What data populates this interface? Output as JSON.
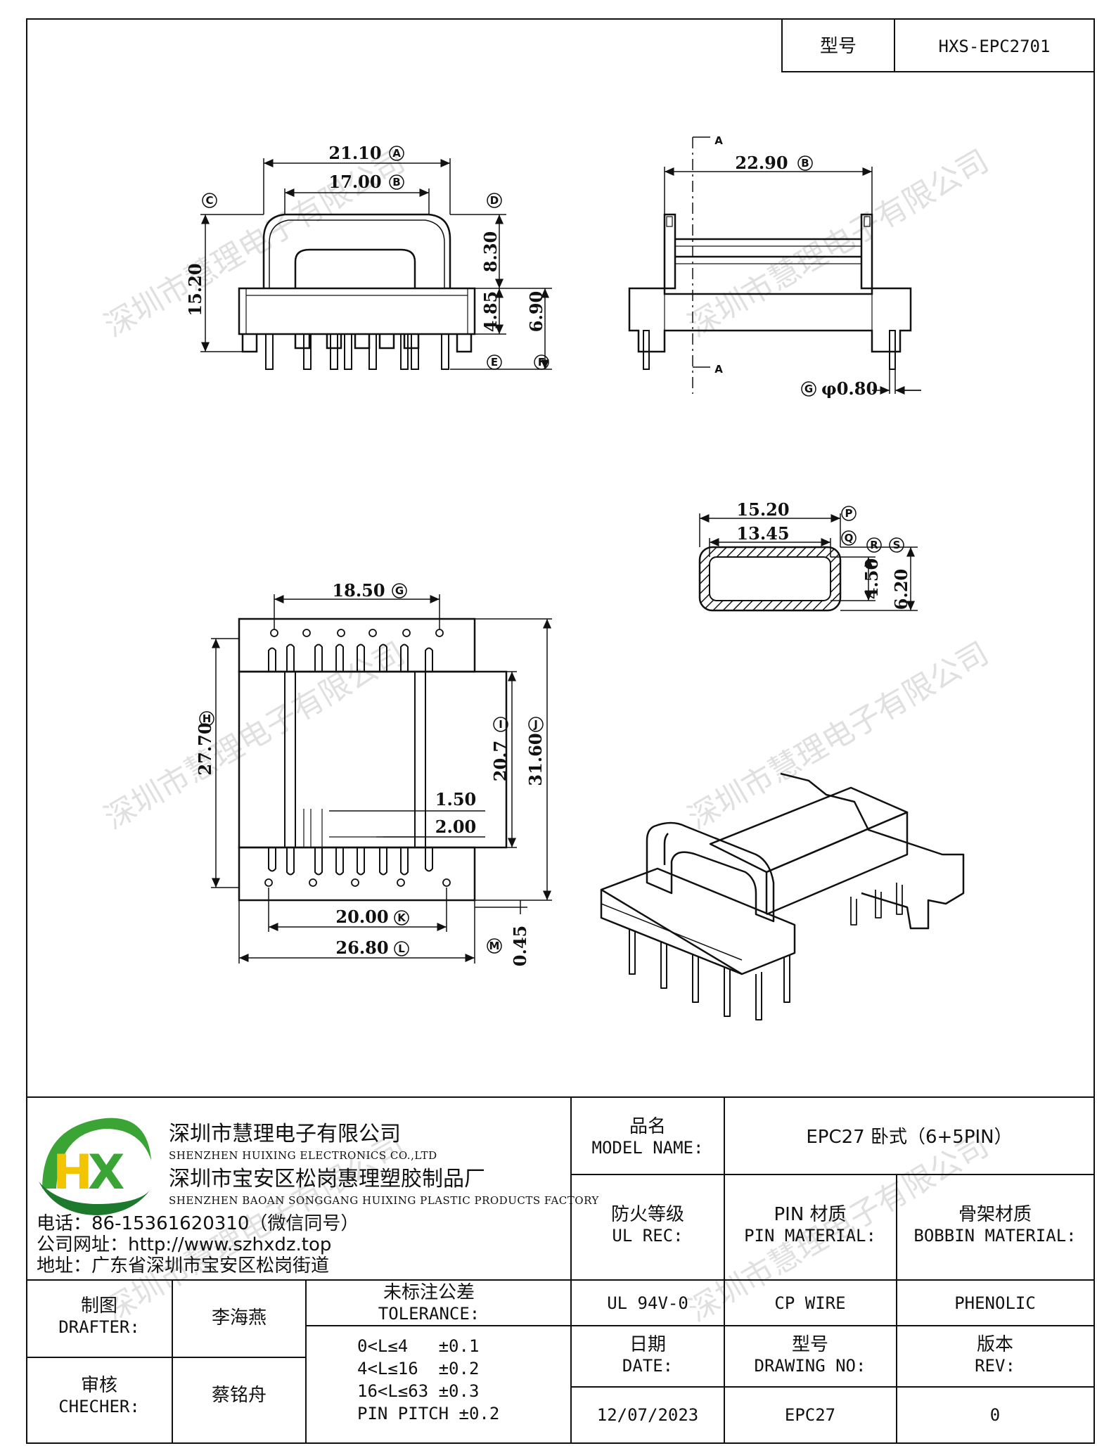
{
  "header": {
    "model_label": "型号",
    "model_value": "HXS-EPC2701"
  },
  "dimensions": {
    "front_w_outer": "21.10",
    "front_w_outer_tag": "A",
    "front_w_inner": "17.00",
    "front_w_inner_tag": "B",
    "front_h_total": "15.20",
    "front_h_total_tag": "C",
    "front_h_top": "8.30",
    "front_h_top_tag": "D",
    "front_h_flange": "4.85",
    "front_h_flange_tag": "E",
    "front_h_pin": "6.90",
    "front_h_pin_tag": "F",
    "side_w": "22.90",
    "side_w_tag": "B",
    "section_mark": "A",
    "pin_dia": "φ0.80",
    "pin_dia_tag": "G",
    "sec_w_outer": "15.20",
    "sec_w_outer_tag": "P",
    "sec_w_inner": "13.45",
    "sec_w_inner_tag": "Q",
    "sec_h_inner": "4.50",
    "sec_h_inner_tag": "R",
    "sec_h_outer": "6.20",
    "sec_h_outer_tag": "S",
    "bot_pin_span": "18.50",
    "bot_pin_span_tag": "G",
    "bot_h_inner": "27.70",
    "bot_h_inner_tag": "H",
    "bot_h_win": "20.7",
    "bot_h_win_tag": "I",
    "bot_h_total": "31.60",
    "bot_h_total_tag": "J",
    "bot_gap1": "1.50",
    "bot_gap2": "2.00",
    "bot_w_inner": "20.00",
    "bot_w_inner_tag": "K",
    "bot_w_outer": "26.80",
    "bot_w_outer_tag": "L",
    "bot_off": "0.45",
    "bot_off_tag": "M"
  },
  "watermark": "深圳市慧理电子有限公司",
  "company": {
    "name_cn": "深圳市慧理电子有限公司",
    "name_en": "SHENZHEN HUIXING ELECTRONICS CO.,LTD",
    "factory_cn": "深圳市宝安区松岗惠理塑胶制品厂",
    "factory_en": "SHENZHEN BAOAN SONGGANG HUIXING PLASTIC PRODUCTS FACTORY",
    "phone": "电话：86-15361620310（微信同号）",
    "website": "公司网址：http://www.szhxdz.top",
    "address": "地址：广东省深圳市宝安区松岗街道",
    "logo_text": "HX",
    "colors": {
      "logo_green": "#3aa535",
      "logo_yellow": "#f2c500",
      "logo_dark": "#1d7a2c"
    }
  },
  "titleblock": {
    "model_name_cn": "品名",
    "model_name_en": "MODEL NAME:",
    "model_name_value": "EPC27 卧式（6+5PIN）",
    "ul_cn": "防火等级",
    "ul_en": "UL REC:",
    "pin_cn": "PIN 材质",
    "pin_en": "PIN MATERIAL:",
    "bobbin_cn": "骨架材质",
    "bobbin_en": "BOBBIN MATERIAL:",
    "ul_value": "UL 94V-0",
    "pin_value": "CP WIRE",
    "bobbin_value": "PHENOLIC",
    "drafter_cn": "制图",
    "drafter_en": "DRAFTER:",
    "drafter_name": "李海燕",
    "checker_cn": "审核",
    "checker_en": "CHECHER:",
    "checker_name": "蔡铭舟",
    "tol_cn": "未标注公差",
    "tol_en": "TOLERANCE:",
    "tol_1": "0<L≤4   ±0.1",
    "tol_2": "4<L≤16  ±0.2",
    "tol_3": "16<L≤63 ±0.3",
    "tol_4": "PIN PITCH ±0.2",
    "date_cn": "日期",
    "date_en": "DATE:",
    "drawno_cn": "型号",
    "drawno_en": "DRAWING NO:",
    "rev_cn": "版本",
    "rev_en": "REV:",
    "date_value": "12/07/2023",
    "drawno_value": "EPC27",
    "rev_value": "0"
  }
}
